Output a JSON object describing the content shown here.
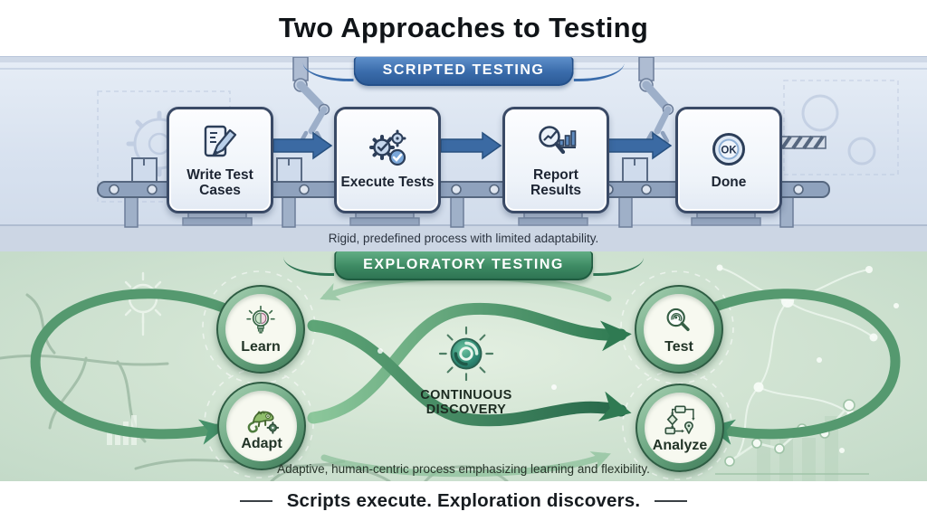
{
  "title": "Two Approaches to Testing",
  "scripted": {
    "banner": "SCRIPTED TESTING",
    "caption": "Rigid, predefined process with limited adaptability.",
    "accent_color": "#3a6cab",
    "steps": [
      {
        "label": "Write Test Cases",
        "icon": "notepad-pencil-icon"
      },
      {
        "label": "Execute Tests",
        "icon": "gears-check-icon"
      },
      {
        "label": "Report Results",
        "icon": "magnifier-bars-icon"
      },
      {
        "label": "Done",
        "icon": "ok-badge-icon",
        "badge": "OK"
      }
    ],
    "decorations": [
      "conveyor-belt",
      "robot-arms",
      "blueprint-gears",
      "packages"
    ]
  },
  "exploratory": {
    "banner": "EXPLORATORY TESTING",
    "caption": "Adaptive, human-centric process emphasizing learning and flexibility.",
    "accent_color": "#2f7a52",
    "center": {
      "label": "CONTINUOUS DISCOVERY",
      "icon": "radar-pulse-icon"
    },
    "nodes": [
      {
        "label": "Learn",
        "icon": "lightbulb-brain-icon"
      },
      {
        "label": "Test",
        "icon": "magnifier-fingerprint-icon"
      },
      {
        "label": "Adapt",
        "icon": "chameleon-gear-icon"
      },
      {
        "label": "Analyze",
        "icon": "flowchart-pin-icon"
      }
    ],
    "decorations": [
      "infinity-flow-arrows",
      "root-branches",
      "neural-network",
      "growth-chart",
      "lightbulb-sketch"
    ]
  },
  "footer": {
    "tagline": "Scripts execute. Exploration discovers."
  }
}
